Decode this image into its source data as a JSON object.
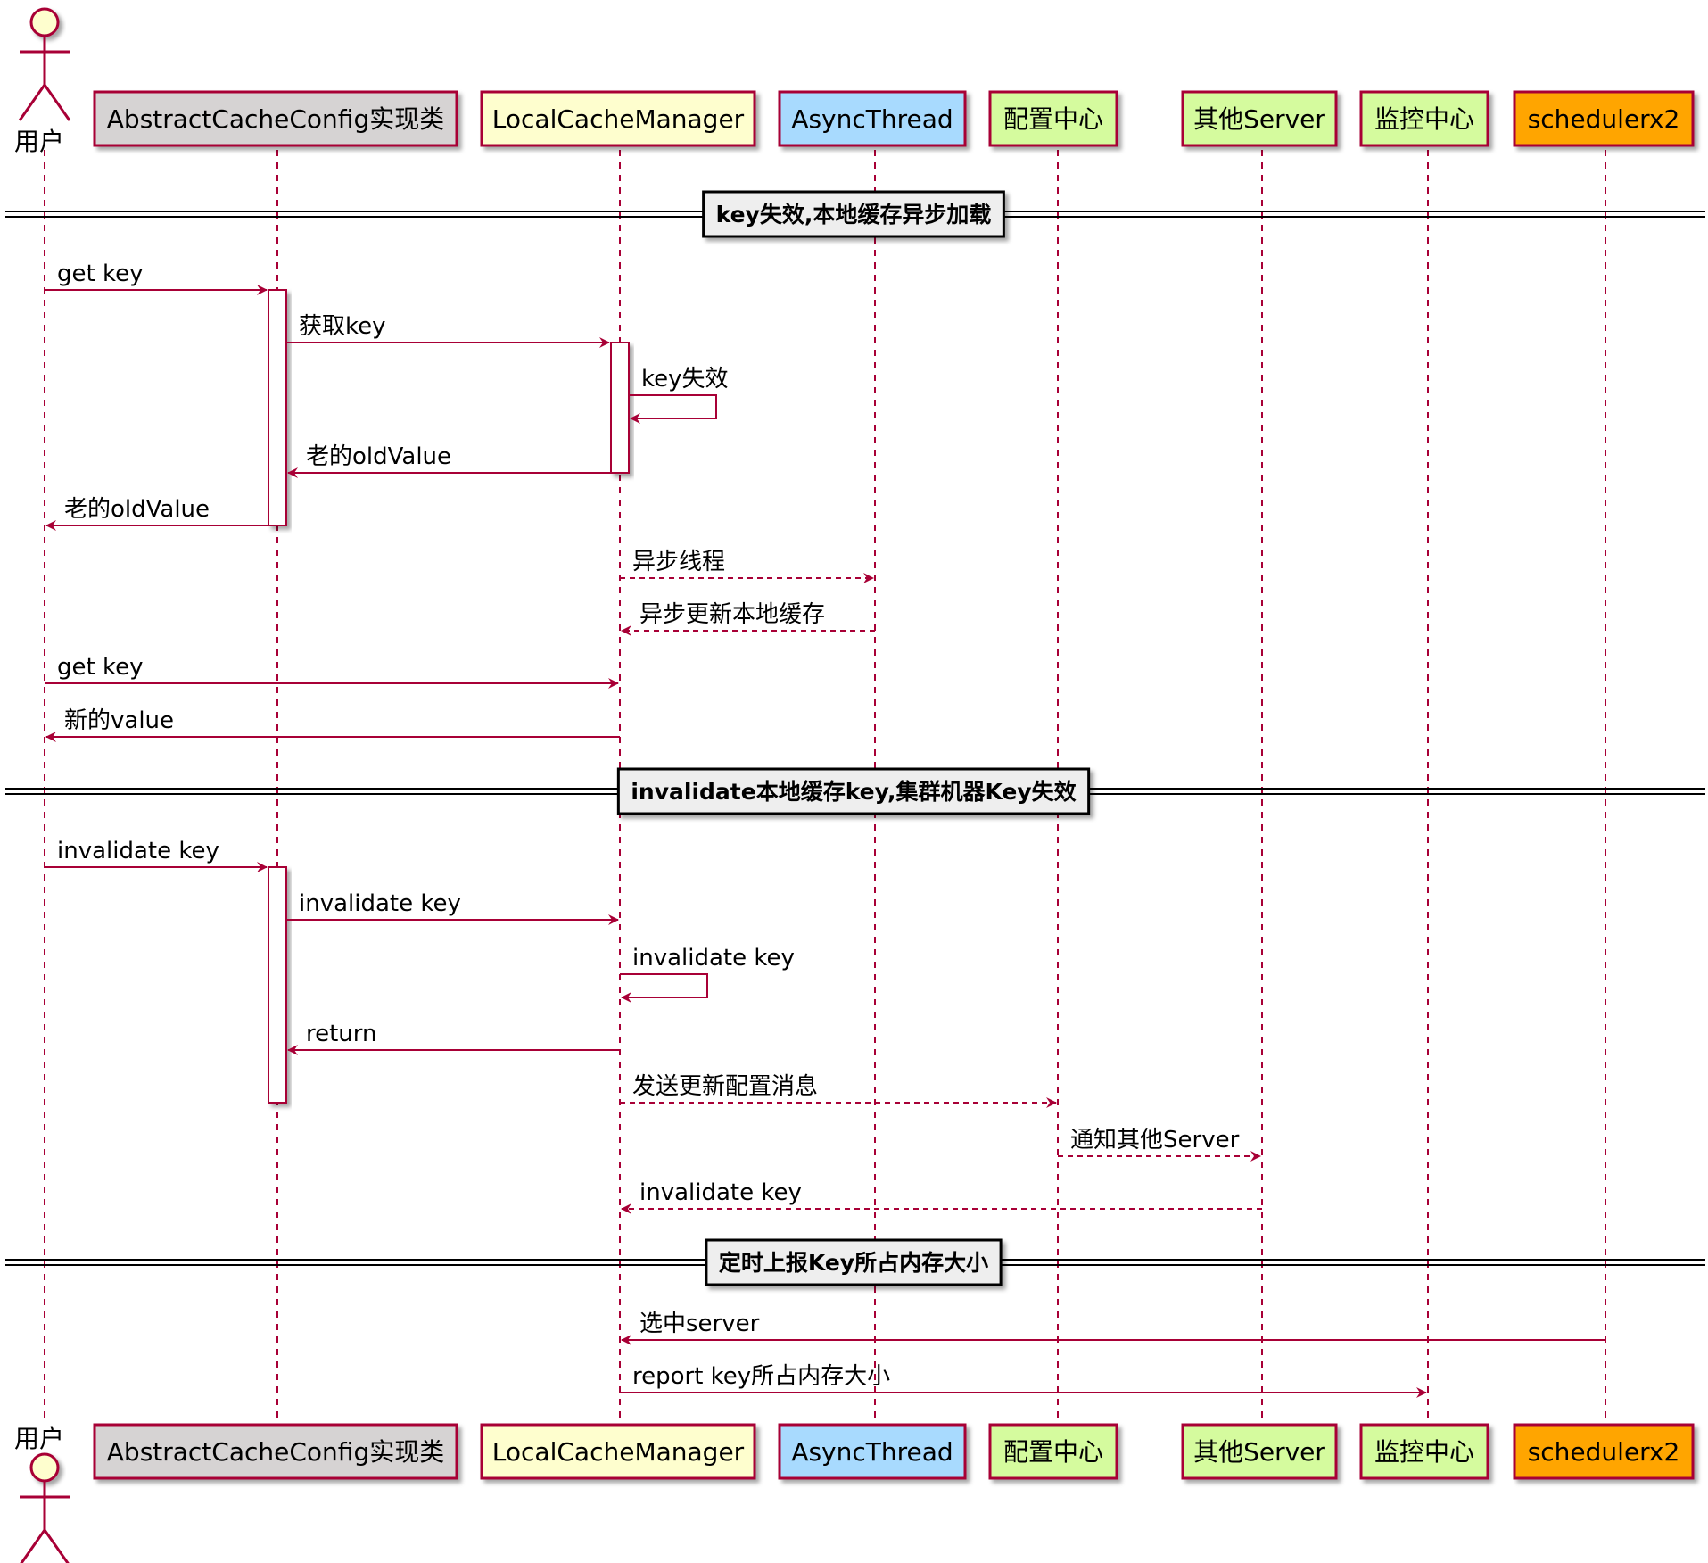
{
  "participants": [
    {
      "id": "user",
      "label": "用户",
      "kind": "actor"
    },
    {
      "id": "abstract",
      "label": "AbstractCacheConfig实现类",
      "kind": "box",
      "fill": "#d6d3d3"
    },
    {
      "id": "local",
      "label": "LocalCacheManager",
      "kind": "box",
      "fill": "#fefece"
    },
    {
      "id": "async",
      "label": "AsyncThread",
      "kind": "box",
      "fill": "#a8dafe"
    },
    {
      "id": "config",
      "label": "配置中心",
      "kind": "box",
      "fill": "#d5fb9e"
    },
    {
      "id": "other",
      "label": "其他Server",
      "kind": "box",
      "fill": "#d5fb9e"
    },
    {
      "id": "monitor",
      "label": "监控中心",
      "kind": "box",
      "fill": "#d5fb9e"
    },
    {
      "id": "scheduler",
      "label": "schedulerx2",
      "kind": "box",
      "fill": "#ffa500"
    }
  ],
  "dividers": [
    {
      "label": "key失效,本地缓存异步加载"
    },
    {
      "label": "invalidate本地缓存key,集群机器Key失效"
    },
    {
      "label": "定时上报Key所占内存大小"
    }
  ],
  "messages": [
    {
      "from": "user",
      "to": "abstract",
      "label": "get key",
      "style": "solid"
    },
    {
      "from": "abstract",
      "to": "local",
      "label": "获取key",
      "style": "solid"
    },
    {
      "from": "local",
      "to": "local",
      "label": "key失效",
      "style": "solid"
    },
    {
      "from": "local",
      "to": "abstract",
      "label": "老的oldValue",
      "style": "solid"
    },
    {
      "from": "abstract",
      "to": "user",
      "label": "老的oldValue",
      "style": "solid"
    },
    {
      "from": "local",
      "to": "async",
      "label": "异步线程",
      "style": "dashed"
    },
    {
      "from": "async",
      "to": "local",
      "label": "异步更新本地缓存",
      "style": "dashed"
    },
    {
      "from": "user",
      "to": "local",
      "label": "get key",
      "style": "solid"
    },
    {
      "from": "local",
      "to": "user",
      "label": "新的value",
      "style": "solid"
    },
    {
      "from": "user",
      "to": "abstract",
      "label": "invalidate key",
      "style": "solid"
    },
    {
      "from": "abstract",
      "to": "local",
      "label": "invalidate key",
      "style": "solid"
    },
    {
      "from": "local",
      "to": "local",
      "label": "invalidate key",
      "style": "solid"
    },
    {
      "from": "local",
      "to": "abstract",
      "label": "return",
      "style": "solid"
    },
    {
      "from": "local",
      "to": "config",
      "label": "发送更新配置消息",
      "style": "dashed"
    },
    {
      "from": "config",
      "to": "other",
      "label": "通知其他Server",
      "style": "dashed"
    },
    {
      "from": "other",
      "to": "local",
      "label": "invalidate key",
      "style": "dashed"
    },
    {
      "from": "scheduler",
      "to": "local",
      "label": "选中server",
      "style": "solid"
    },
    {
      "from": "local",
      "to": "monitor",
      "label": "report key所占内存大小",
      "style": "solid"
    }
  ],
  "colors": {
    "line": "#a80036",
    "box_border": "#a80036",
    "actor_fill": "#fefece"
  }
}
